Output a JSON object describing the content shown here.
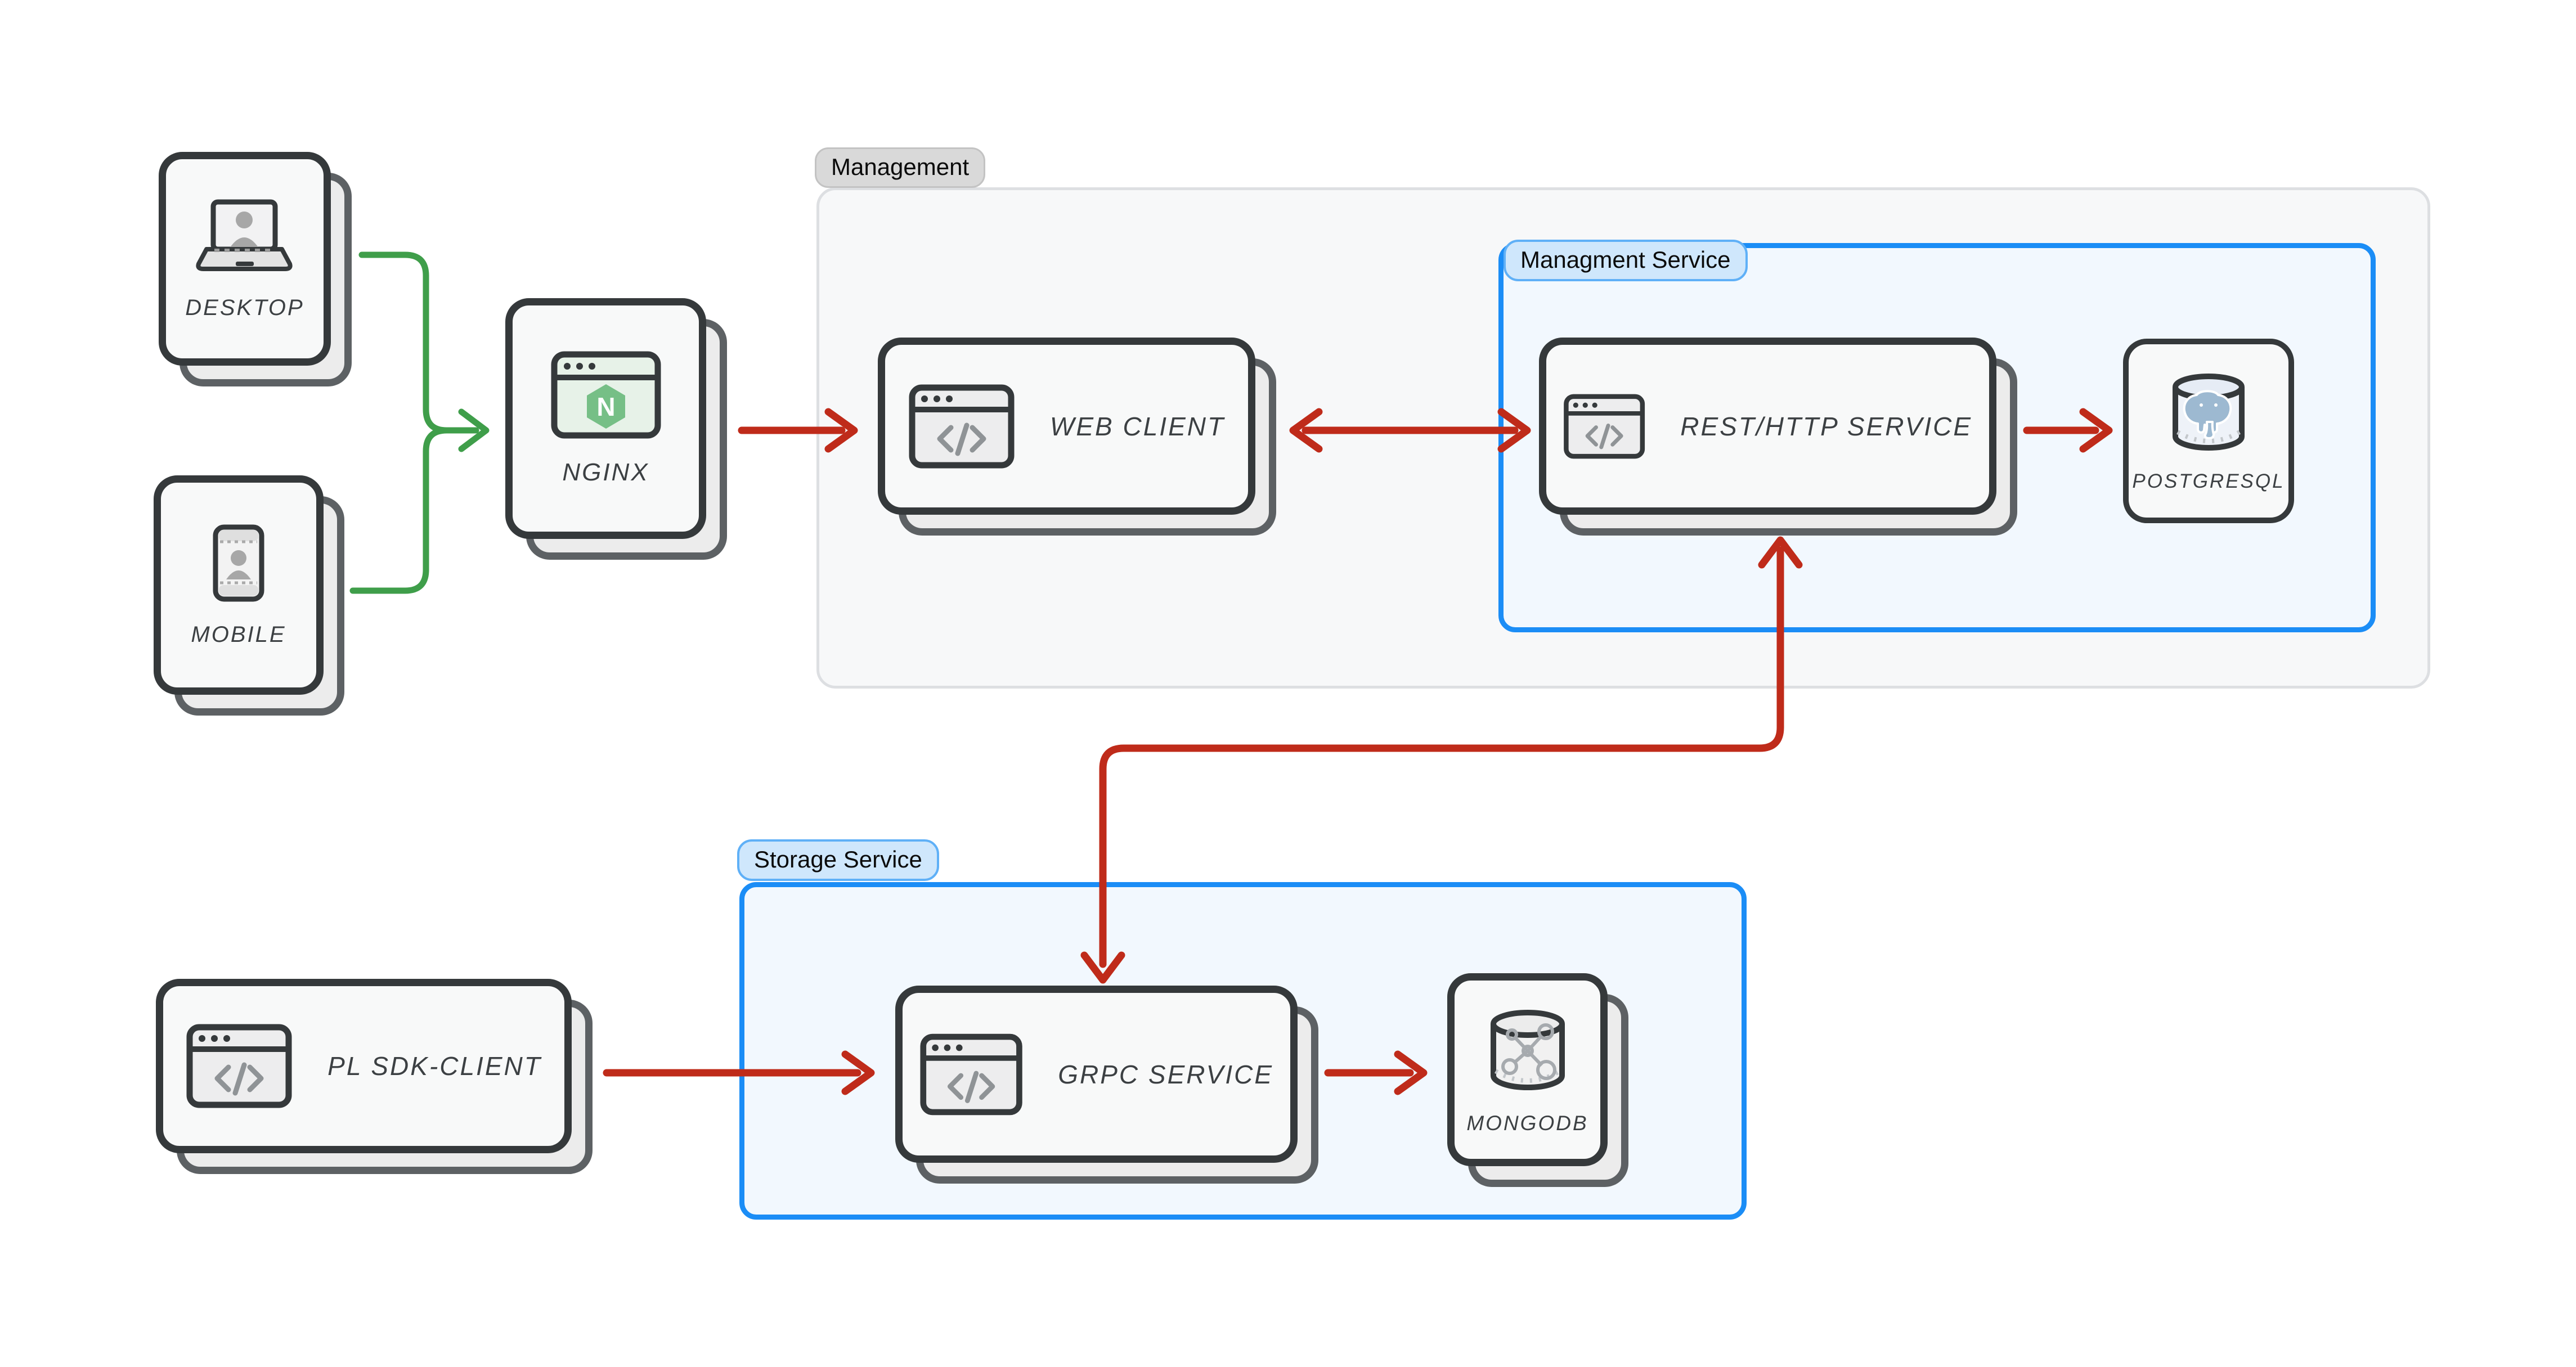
{
  "groups": {
    "management": {
      "label": "Management"
    },
    "management_service": {
      "label": "Managment Service"
    },
    "storage_service": {
      "label": "Storage Service"
    }
  },
  "nodes": {
    "desktop": {
      "label": "DESKTOP"
    },
    "mobile": {
      "label": "MOBILE"
    },
    "nginx": {
      "label": "NGINX",
      "logo_letter": "N"
    },
    "web_client": {
      "label": "WEB CLIENT"
    },
    "rest_http_service": {
      "label": "REST/HTTP SERVICE"
    },
    "postgresql": {
      "label": "POSTGRESQL"
    },
    "pl_sdk_client": {
      "label": "PL SDK-CLIENT"
    },
    "grpc_service": {
      "label": "GRPC SERVICE"
    },
    "mongodb": {
      "label": "MONGODB"
    }
  },
  "colors": {
    "arrow_red": "#bf2b1a",
    "arrow_green": "#3f9e4a",
    "card_border": "#35393b",
    "card_shadow_border": "#5d6164",
    "group_blue_border": "#1b8df6",
    "group_blue_fill": "#f2f8fe",
    "group_gray_fill": "#f7f8f9",
    "pill_blue_fill": "#cfe7fc",
    "pill_gray_fill": "#d9d9d9",
    "nginx_green": "#76bf86",
    "nginx_icon_bg": "#e7f2e8",
    "postgres_blue": "#9db9d1",
    "icon_glyph_gray": "#8f9396",
    "silhouette_gray": "#a7a7a7"
  }
}
